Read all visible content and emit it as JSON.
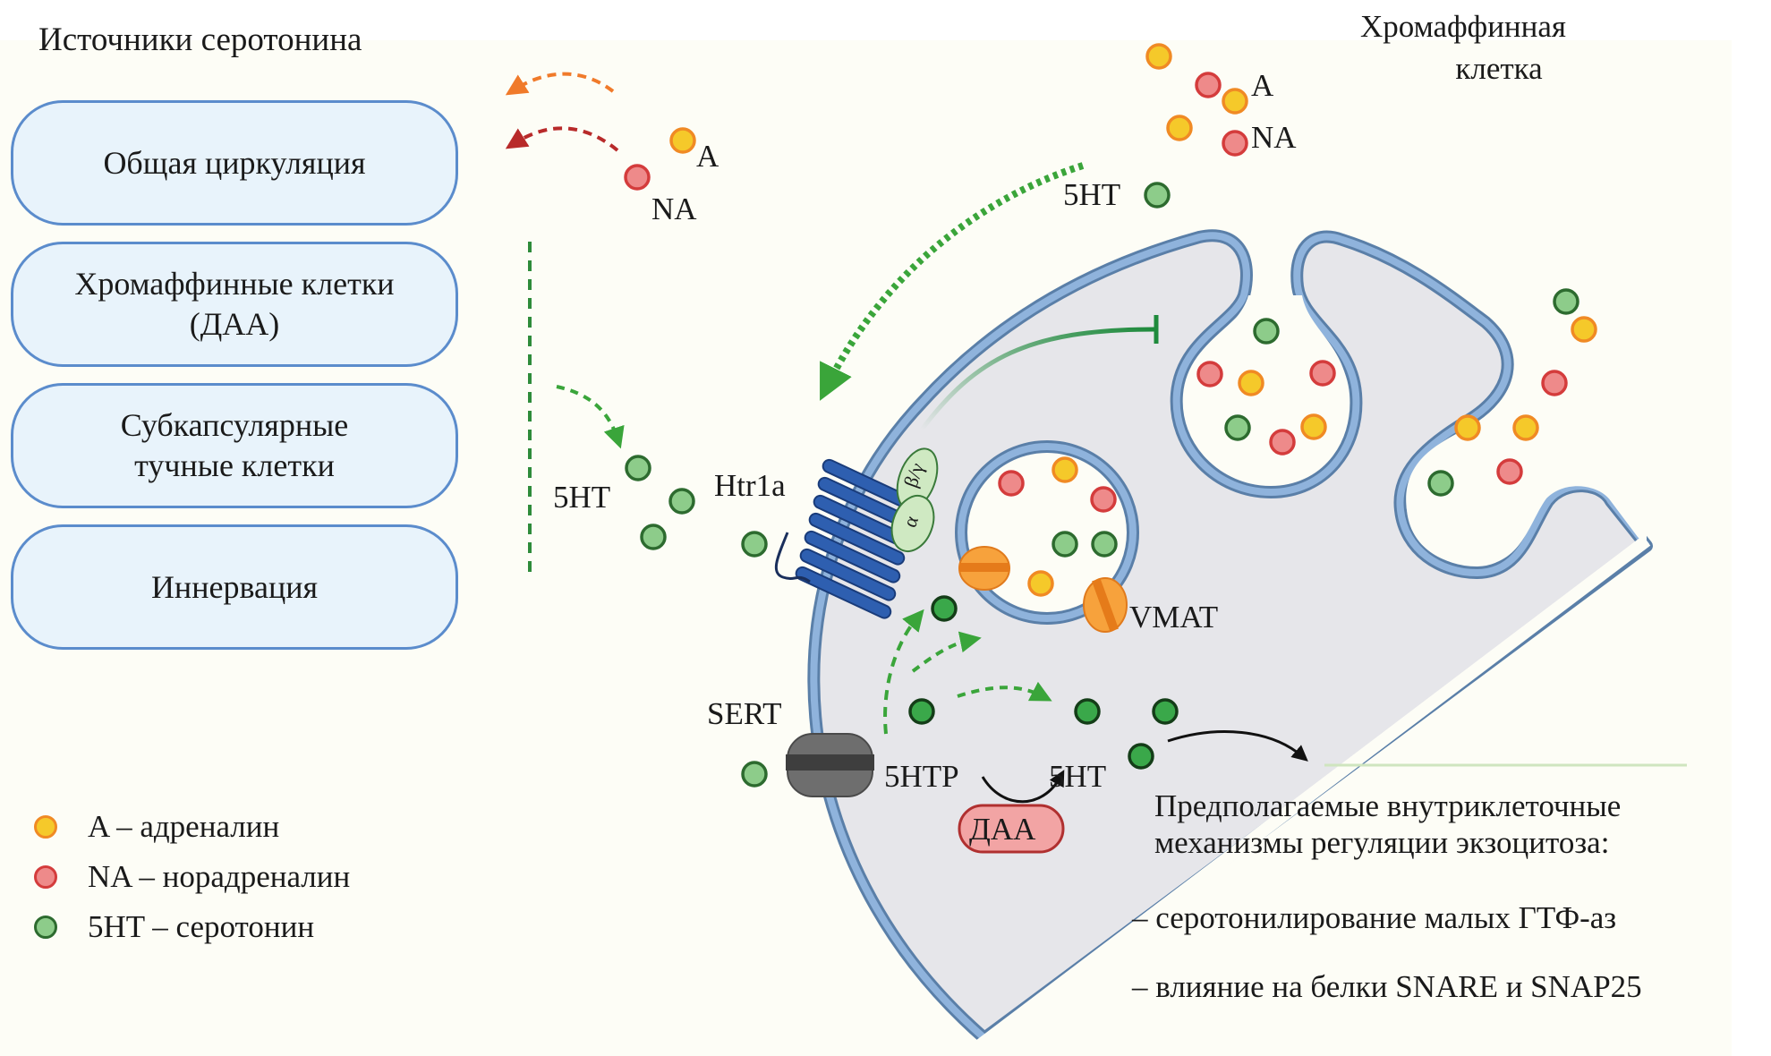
{
  "title": "Источники серотонина",
  "cell_title_line1": "Хромаффинная",
  "cell_title_line2": "клетка",
  "sources": [
    {
      "label_line1": "Общая циркуляция",
      "label_line2": ""
    },
    {
      "label_line1": "Хромаффинные клетки",
      "label_line2": "(ДАА)"
    },
    {
      "label_line1": "Субкапсулярные",
      "label_line2": "тучные клетки"
    },
    {
      "label_line1": "Иннервация",
      "label_line2": ""
    }
  ],
  "labels": {
    "a_top": "A",
    "na_top": "NA",
    "a_right": "A",
    "na_right": "NA",
    "ht_top": "5HT",
    "ht_left": "5HT",
    "htr1a": "Htr1a",
    "beta_gamma": "β/γ",
    "alpha": "α",
    "vmat": "VMAT",
    "sert": "SERT",
    "htp": "5HTP",
    "ht_inside": "5HT",
    "daa": "ДАА"
  },
  "mechanisms": {
    "heading_line1": "Предполагаемые внутриклеточные",
    "heading_line2": "механизмы регуляции экзоцитоза:",
    "items": [
      "– серотонилирование малых ГТФ-аз",
      "– влияние на белки SNARE и SNAP25"
    ]
  },
  "legend": [
    {
      "label": "A – адреналин",
      "fill": "#f5c92a",
      "stroke": "#f08a24"
    },
    {
      "label": "NA – норадреналин",
      "fill": "#ee8a8a",
      "stroke": "#d43c3c"
    },
    {
      "label": "5HT – серотонин",
      "fill": "#8dcc8a",
      "stroke": "#2d6b2f"
    }
  ],
  "colors": {
    "membrane": "#8fb3dc",
    "membrane_dark": "#5a7fa8",
    "cytoplasm": "#e6e6ea",
    "box_fill": "#e8f3fb",
    "box_border": "#5b8ccc",
    "receptor": "#2e5fb0",
    "vmat": "#f7a23c",
    "sert": "#6e6e6e",
    "daa_fill": "#f2a4a4",
    "arrow_green": "#3aa53a",
    "arrow_orange": "#f07a2a",
    "arrow_red": "#b82a2a"
  }
}
